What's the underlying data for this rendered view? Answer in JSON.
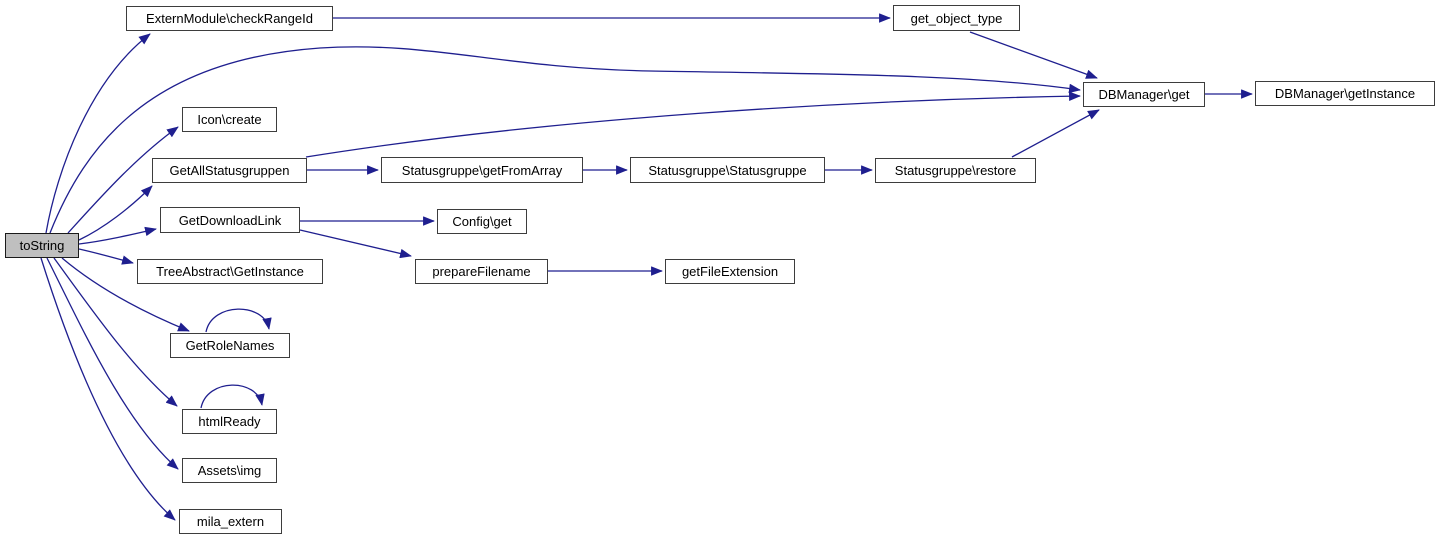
{
  "diagram": {
    "type": "call-graph",
    "edge_color": "#1f1f8f",
    "node_fill": "#ffffff",
    "node_border_color": "#3d3d3d",
    "highlight_fill": "#bfbfbf",
    "nodes": [
      {
        "id": "toString",
        "label": "toString",
        "highlight": true
      },
      {
        "id": "checkRangeId",
        "label": "ExternModule\\checkRangeId"
      },
      {
        "id": "get_object_type",
        "label": "get_object_type"
      },
      {
        "id": "dbget",
        "label": "DBManager\\get"
      },
      {
        "id": "dbgetinstance",
        "label": "DBManager\\getInstance"
      },
      {
        "id": "icon_create",
        "label": "Icon\\create"
      },
      {
        "id": "getallstatus",
        "label": "GetAllStatusgruppen"
      },
      {
        "id": "sg_getfromarray",
        "label": "Statusgruppe\\getFromArray"
      },
      {
        "id": "sg_statusgruppe",
        "label": "Statusgruppe\\Statusgruppe"
      },
      {
        "id": "sg_restore",
        "label": "Statusgruppe\\restore"
      },
      {
        "id": "getdownloadlink",
        "label": "GetDownloadLink"
      },
      {
        "id": "config_get",
        "label": "Config\\get"
      },
      {
        "id": "treeabstract",
        "label": "TreeAbstract\\GetInstance"
      },
      {
        "id": "preparefilename",
        "label": "prepareFilename"
      },
      {
        "id": "getfileext",
        "label": "getFileExtension"
      },
      {
        "id": "getrolenames",
        "label": "GetRoleNames"
      },
      {
        "id": "htmlready",
        "label": "htmlReady"
      },
      {
        "id": "assets_img",
        "label": "Assets\\img"
      },
      {
        "id": "mila_extern",
        "label": "mila_extern"
      }
    ],
    "edges": [
      {
        "from": "toString",
        "to": "checkRangeId"
      },
      {
        "from": "toString",
        "to": "dbget"
      },
      {
        "from": "toString",
        "to": "icon_create"
      },
      {
        "from": "toString",
        "to": "getallstatus"
      },
      {
        "from": "toString",
        "to": "getdownloadlink"
      },
      {
        "from": "toString",
        "to": "treeabstract"
      },
      {
        "from": "toString",
        "to": "getrolenames"
      },
      {
        "from": "toString",
        "to": "htmlready"
      },
      {
        "from": "toString",
        "to": "assets_img"
      },
      {
        "from": "toString",
        "to": "mila_extern"
      },
      {
        "from": "checkRangeId",
        "to": "get_object_type"
      },
      {
        "from": "get_object_type",
        "to": "dbget"
      },
      {
        "from": "dbget",
        "to": "dbgetinstance"
      },
      {
        "from": "getallstatus",
        "to": "dbget"
      },
      {
        "from": "getallstatus",
        "to": "sg_getfromarray"
      },
      {
        "from": "sg_getfromarray",
        "to": "sg_statusgruppe"
      },
      {
        "from": "sg_statusgruppe",
        "to": "sg_restore"
      },
      {
        "from": "sg_restore",
        "to": "dbget"
      },
      {
        "from": "getdownloadlink",
        "to": "config_get"
      },
      {
        "from": "getdownloadlink",
        "to": "preparefilename"
      },
      {
        "from": "preparefilename",
        "to": "getfileext"
      },
      {
        "from": "getrolenames",
        "to": "getrolenames"
      },
      {
        "from": "htmlready",
        "to": "htmlready"
      }
    ]
  }
}
